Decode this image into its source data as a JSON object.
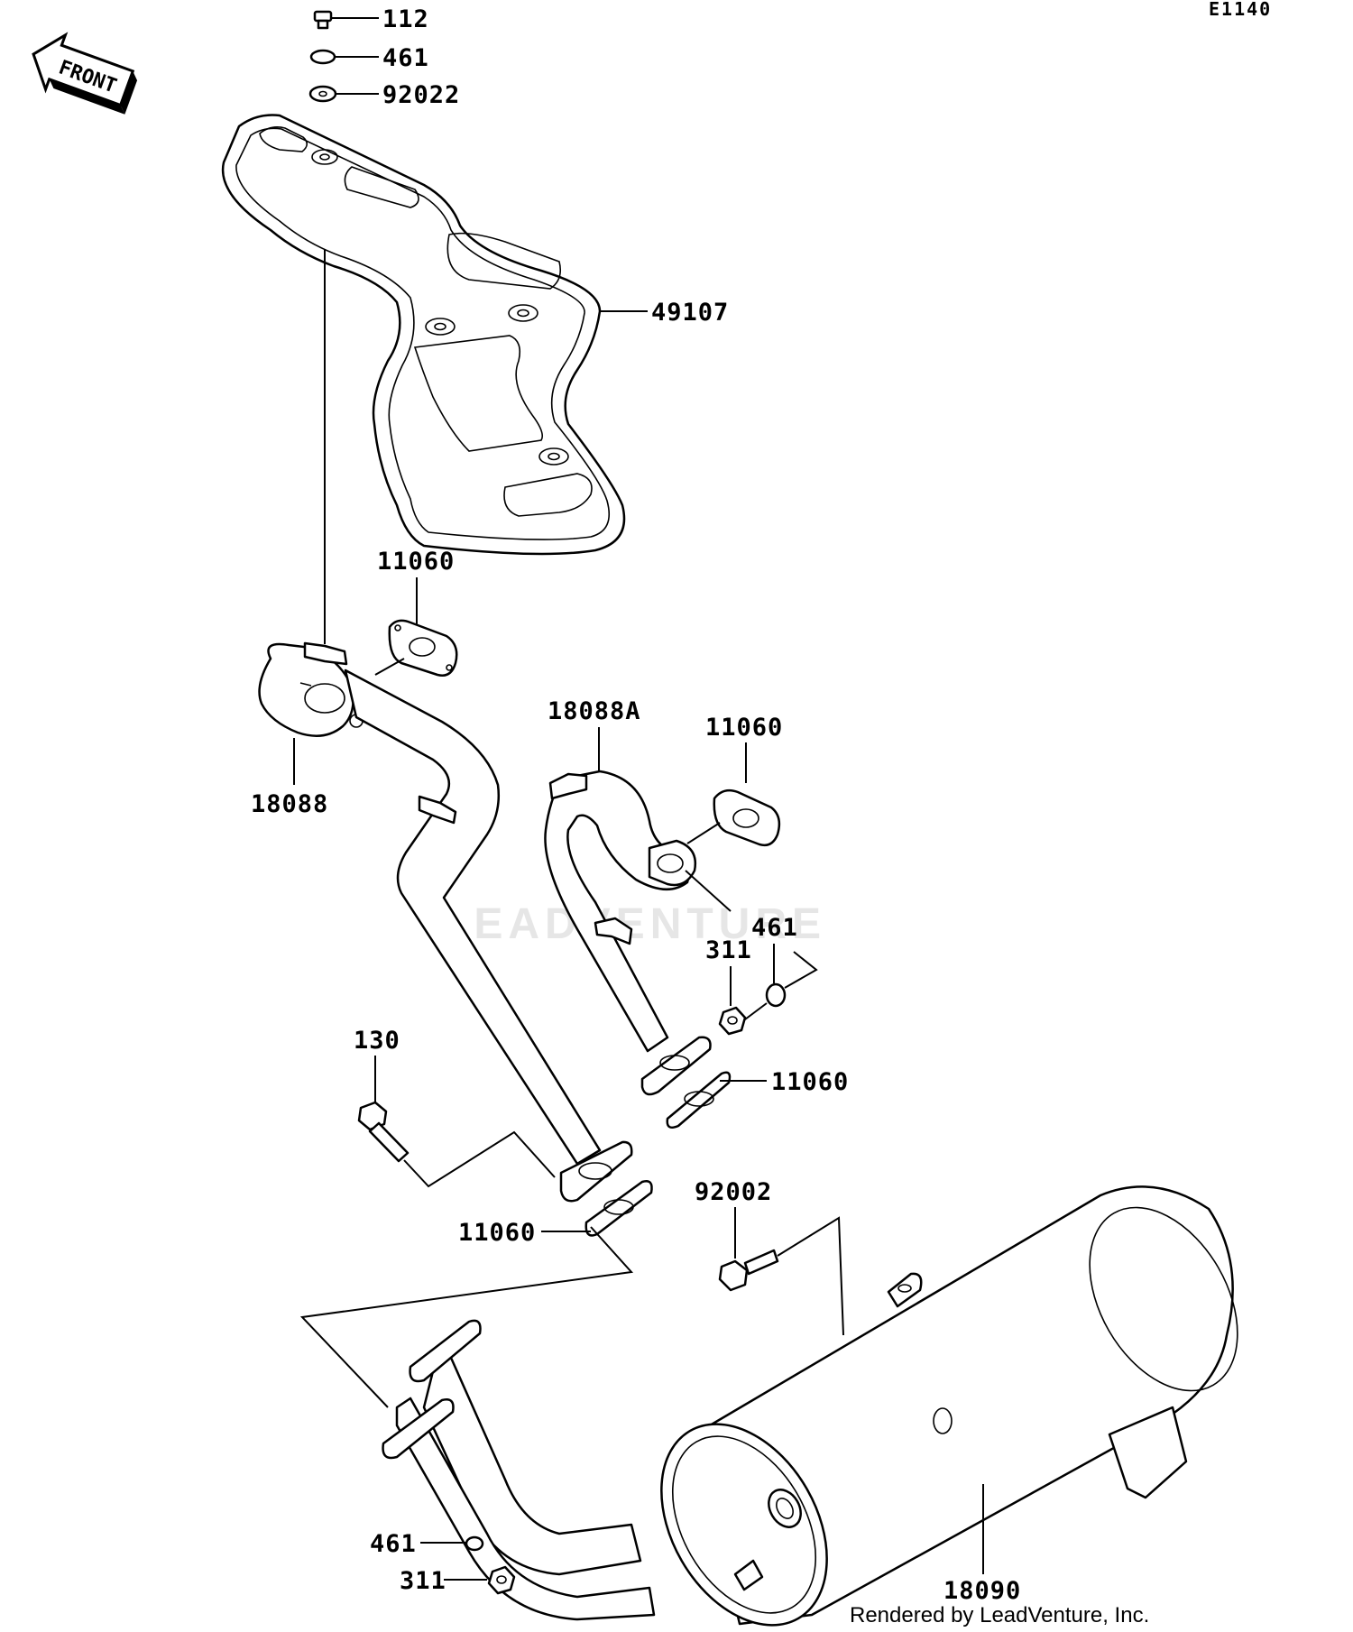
{
  "diagram_code": "E1140",
  "front_label": "FRONT",
  "watermark": "LEADVENTURE",
  "credit": "Rendered by LeadVenture, Inc.",
  "parts": {
    "bolt_top": "112",
    "lockwasher_top": "461",
    "washer_top": "92022",
    "heat_cover": "49107",
    "gasket_upper": "11060",
    "pipe_front": "18088",
    "pipe_rear": "18088A",
    "gasket_rear_upper": "11060",
    "lockwasher_mid": "461",
    "nut_mid": "311",
    "gasket_rear_lower": "11060",
    "bolt_130": "130",
    "gasket_front_lower": "11060",
    "bolt_92002": "92002",
    "lockwasher_bottom": "461",
    "nut_bottom": "311",
    "muffler": "18090"
  }
}
